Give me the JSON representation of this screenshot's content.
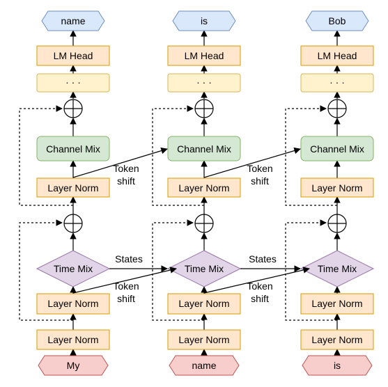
{
  "columns": [
    {
      "input_token": "My",
      "output_token": "name",
      "lm_head": "LM Head",
      "ellipsis": "· · ·",
      "channel_mix": "Channel Mix",
      "layer_norm_upper": "Layer Norm",
      "time_mix": "Time Mix",
      "layer_norm_lower": "Layer Norm",
      "layer_norm_bottom": "Layer Norm"
    },
    {
      "input_token": "name",
      "output_token": "is",
      "lm_head": "LM Head",
      "ellipsis": "· · ·",
      "channel_mix": "Channel Mix",
      "layer_norm_upper": "Layer Norm",
      "time_mix": "Time Mix",
      "layer_norm_lower": "Layer Norm",
      "layer_norm_bottom": "Layer Norm"
    },
    {
      "input_token": "is",
      "output_token": "Bob",
      "lm_head": "LM Head",
      "ellipsis": "· · ·",
      "channel_mix": "Channel Mix",
      "layer_norm_upper": "Layer Norm",
      "time_mix": "Time Mix",
      "layer_norm_lower": "Layer Norm",
      "layer_norm_bottom": "Layer Norm"
    }
  ],
  "edges": {
    "token_shift_line1": "Token",
    "token_shift_line2": "shift",
    "states": "States"
  },
  "colors": {
    "output_fill": "#dae8fc",
    "output_stroke": "#6c8ebf",
    "input_fill": "#f8cecc",
    "input_stroke": "#b85450",
    "orange_fill": "#ffe6cc",
    "orange_stroke": "#d79b00",
    "yellow_fill": "#fff2cc",
    "yellow_stroke": "#d6b656",
    "green_fill": "#d5e8d4",
    "green_stroke": "#82b366",
    "purple_fill": "#e1d5e7",
    "purple_stroke": "#9673a6"
  }
}
